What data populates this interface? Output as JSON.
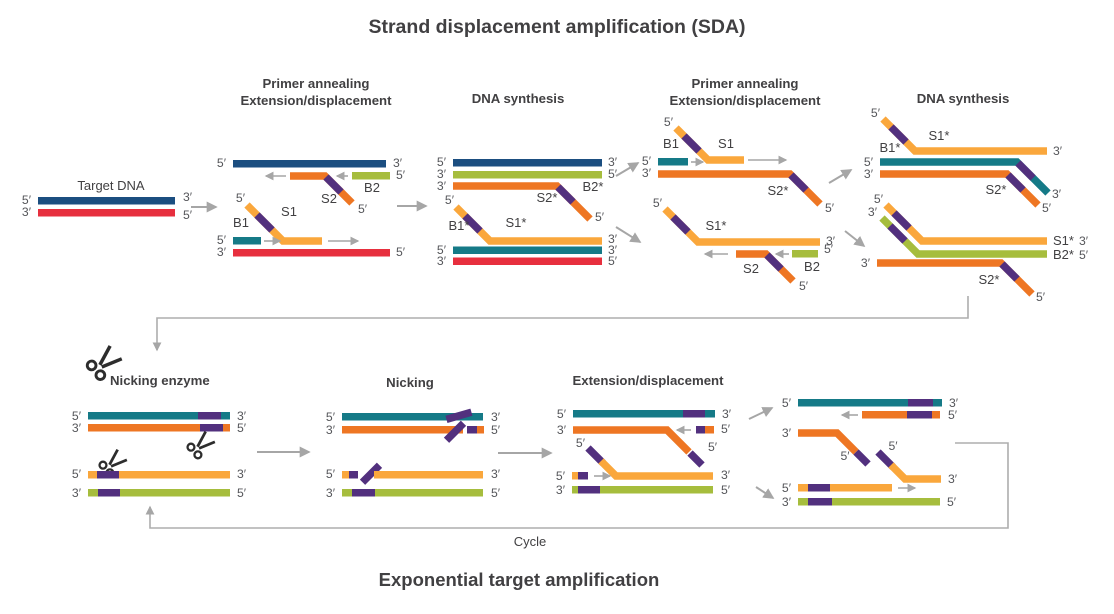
{
  "title": "Strand displacement amplification (SDA)",
  "caption": "Exponential target amplification",
  "cycle_label": "Cycle",
  "headers": {
    "target_dna": "Target DNA",
    "primer_annealing": "Primer annealing",
    "extension_displacement": "Extension/displacement",
    "dna_synthesis": "DNA synthesis",
    "nicking_enzyme": "Nicking enzyme",
    "nicking": "Nicking"
  },
  "labels": {
    "five_prime": "5′",
    "three_prime": "3′",
    "b1": "B1",
    "b2": "B2",
    "s1": "S1",
    "s2": "S2",
    "b1_star": "B1*",
    "b2_star": "B2*",
    "s1_star": "S1*",
    "s2_star": "S2*"
  },
  "colors": {
    "navy": "#1b4e80",
    "red": "#e72f3e",
    "teal": "#157a87",
    "orange": "#ee7623",
    "yellow": "#faa73c",
    "green": "#a6bd3d",
    "purple": "#52307e",
    "arrow_gray": "#a6a6a6",
    "text_gray": "#414042"
  }
}
